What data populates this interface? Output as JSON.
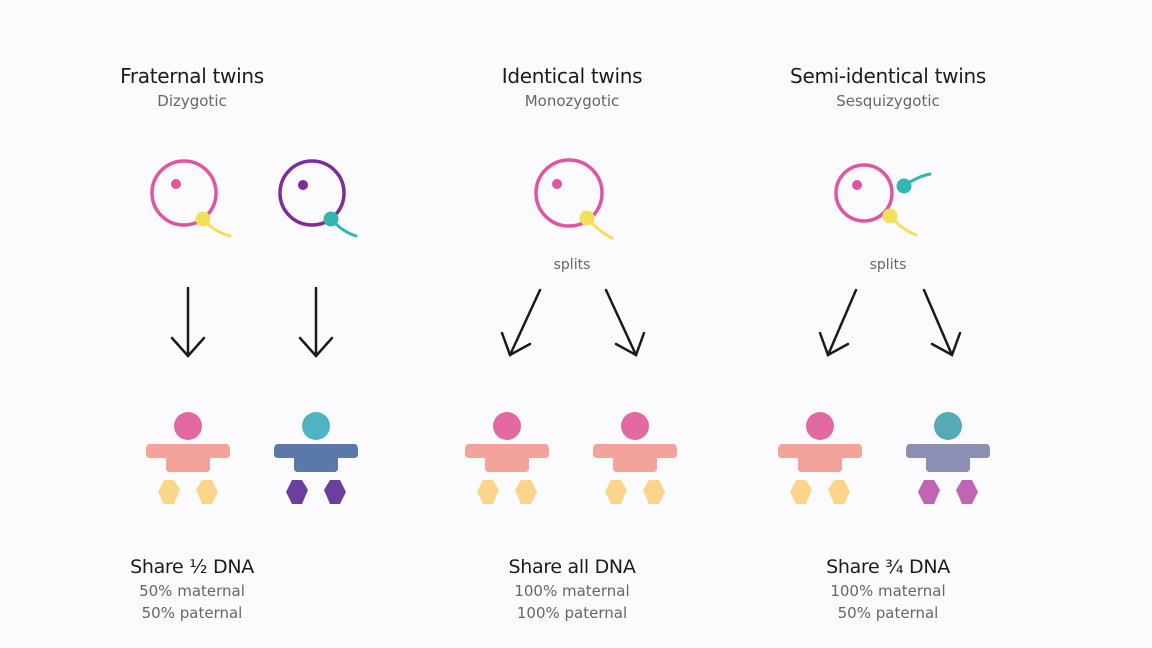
{
  "colors": {
    "background": "#fbfafc",
    "egg_pink": "#e0559f",
    "egg_purple": "#7a2e9e",
    "sperm_yellow": "#f3e05a",
    "sperm_teal": "#33b5b0",
    "arrow": "#1a1a1a",
    "baby_pink_head": "#e36aa0",
    "baby_pink_body": "#f4a39a",
    "baby_pink_legs": "#fbd58a",
    "baby_blue_head": "#4eb3c2",
    "baby_blue_body": "#5a79a8",
    "baby_purple_legs": "#6a3fa0",
    "baby_teal_head": "#58a9b6",
    "baby_grey_body": "#8c8fb3",
    "baby_magenta_legs": "#c065b4"
  },
  "columns": [
    {
      "title": "Fraternal twins",
      "subtitle": "Dizygotic",
      "share": "Share ½ DNA",
      "maternal": "50% maternal",
      "paternal": "50% paternal"
    },
    {
      "title": "Identical twins",
      "subtitle": "Monozygotic",
      "splits": "splits",
      "share": "Share all DNA",
      "maternal": "100% maternal",
      "paternal": "100% paternal"
    },
    {
      "title": "Semi-identical twins",
      "subtitle": "Sesquizygotic",
      "splits": "splits",
      "share": "Share ¾ DNA",
      "maternal": "100% maternal",
      "paternal": "50% paternal"
    }
  ]
}
